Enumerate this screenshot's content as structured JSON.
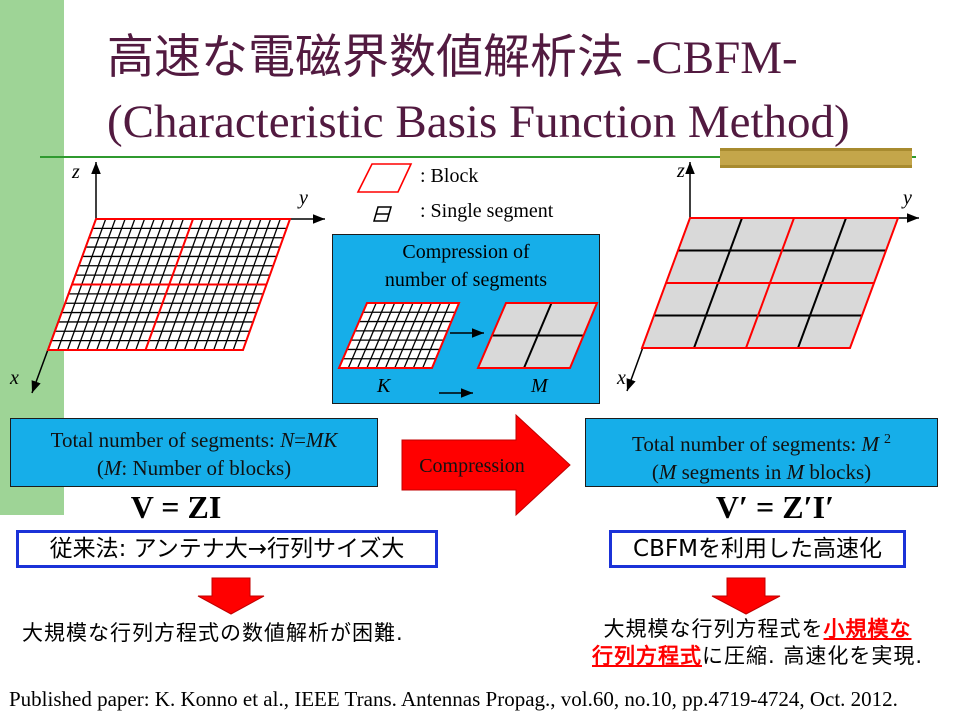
{
  "title": {
    "line1": "高速な電磁界数値解析法 -CBFM-",
    "line2": "(Characteristic Basis Function Method)"
  },
  "legend": {
    "block_label": ": Block",
    "segment_label": ": Single segment"
  },
  "left_diagram": {
    "axis_z": "z",
    "axis_y": "y",
    "axis_x": "x"
  },
  "right_diagram": {
    "axis_z": "z",
    "axis_y": "y",
    "axis_x": "x"
  },
  "compression_panel": {
    "heading_line1": "Compression of",
    "heading_line2": "number of segments",
    "label_before": "K",
    "label_after": "M"
  },
  "left_info": {
    "line1_text": "Total number of segments: ",
    "line1_var_n": "N",
    "line1_equals": "=",
    "line1_var_mk": "MK",
    "line2_open": "(",
    "line2_var_m": "M",
    "line2_text": ": Number of blocks)"
  },
  "compression_arrow": {
    "label": "Compression"
  },
  "right_info": {
    "line1_text": "Total number of segments: ",
    "line1_var_m": "M",
    "line1_exponent": "2",
    "line2_open": "(",
    "line2_var_m1": "M",
    "line2_mid": " segments in ",
    "line2_var_m2": "M",
    "line2_close": " blocks)"
  },
  "equations": {
    "original": "V = ZI",
    "compressed": "V′ = Z′I′"
  },
  "method_boxes": {
    "conventional": "従来法: アンテナ大→行列サイズ大",
    "cbfm": "CBFMを利用した高速化"
  },
  "outcomes": {
    "conventional": "大規模な行列方程式の数値解析が困難.",
    "cbfm_line1_plain": "大規模な行列方程式を",
    "cbfm_line1_emph": "小規模な",
    "cbfm_line2_emph": "行列方程式",
    "cbfm_line2_plain": "に圧縮. 高速化を実現."
  },
  "footer": "Published paper: K. Konno et al., IEEE Trans. Antennas Propag., vol.60, no.10, pp.4719-4724, Oct. 2012.",
  "colors": {
    "title": "#521a40",
    "side_green": "#9ed496",
    "rule_green": "#2f9a2f",
    "panel_cyan": "#16aee9",
    "accent_red": "#ff0000",
    "frame_blue": "#1b32d8",
    "segment_gray": "#d9d9d9",
    "gold": "#c4a64a"
  },
  "icons": {
    "compression": "right-arrow-icon",
    "result": "down-arrow-icon",
    "block": "block-legend-icon",
    "segment": "segment-legend-icon"
  }
}
